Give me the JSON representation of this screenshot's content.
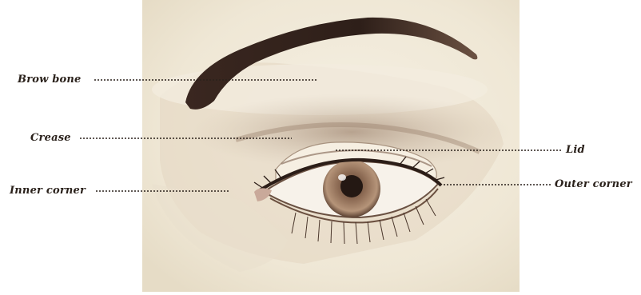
{
  "diagram": {
    "labels": {
      "brow_bone": "Brow bone",
      "crease": "Crease",
      "lid": "Lid",
      "inner_corner": "Inner corner",
      "outer_corner": "Outer corner"
    }
  }
}
